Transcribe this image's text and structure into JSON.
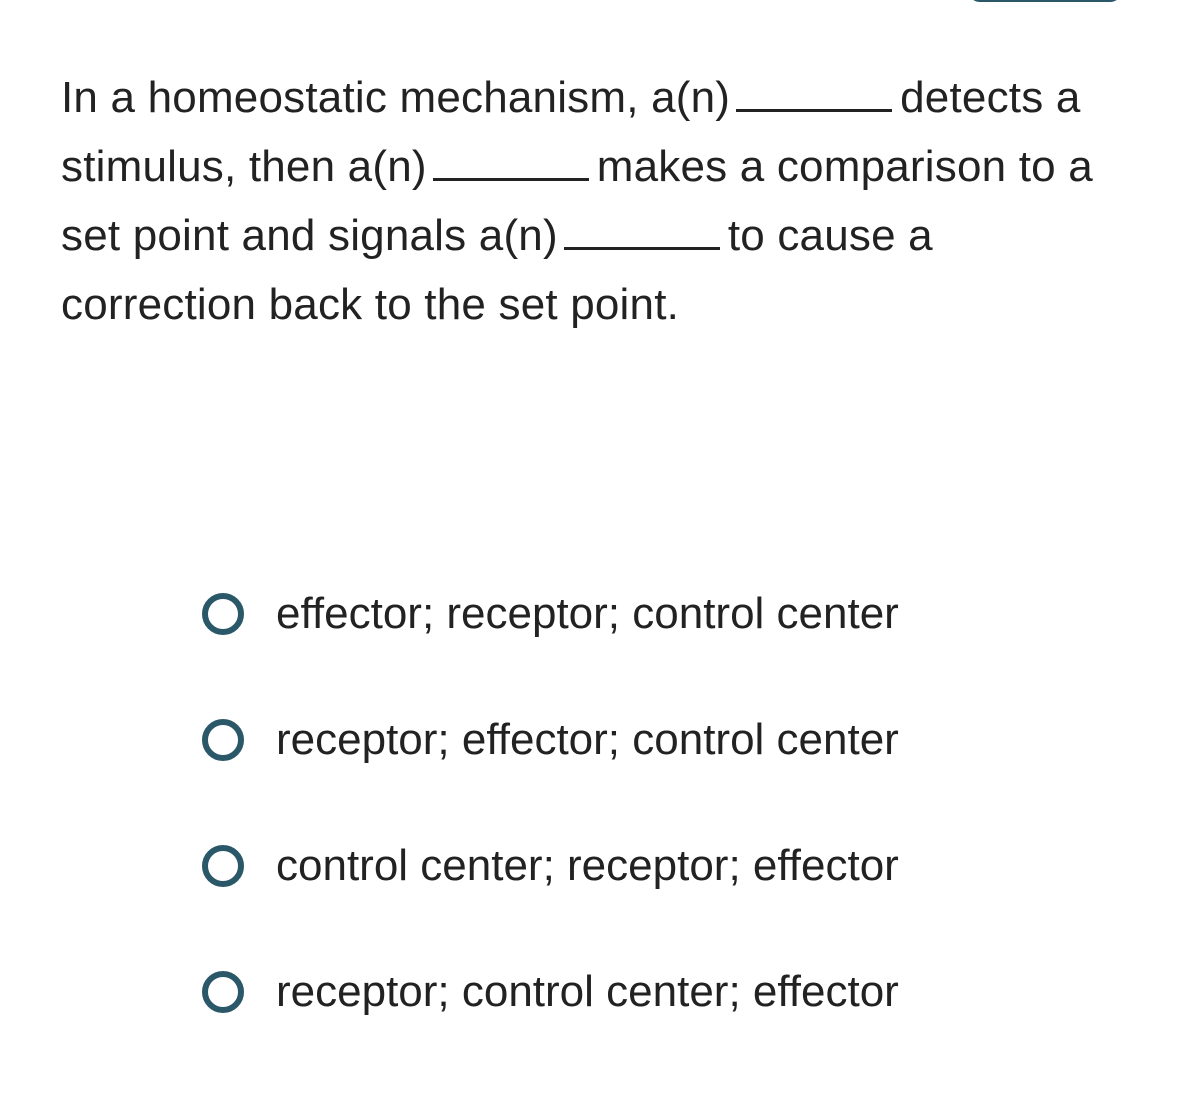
{
  "question": {
    "part1": "In a homeostatic mechanism, a(n)",
    "part2": "detects a stimulus, then a(n)",
    "part3": "makes a comparison to a set point and signals a(n)",
    "part4": "to cause a correction back to the set point."
  },
  "options": [
    {
      "label": "effector; receptor; control center",
      "selected": false
    },
    {
      "label": "receptor; effector; control center",
      "selected": false
    },
    {
      "label": "control center; receptor; effector",
      "selected": false
    },
    {
      "label": "receptor; control center; effector",
      "selected": false
    }
  ],
  "colors": {
    "accent": "#2a5868",
    "text": "#222222"
  }
}
